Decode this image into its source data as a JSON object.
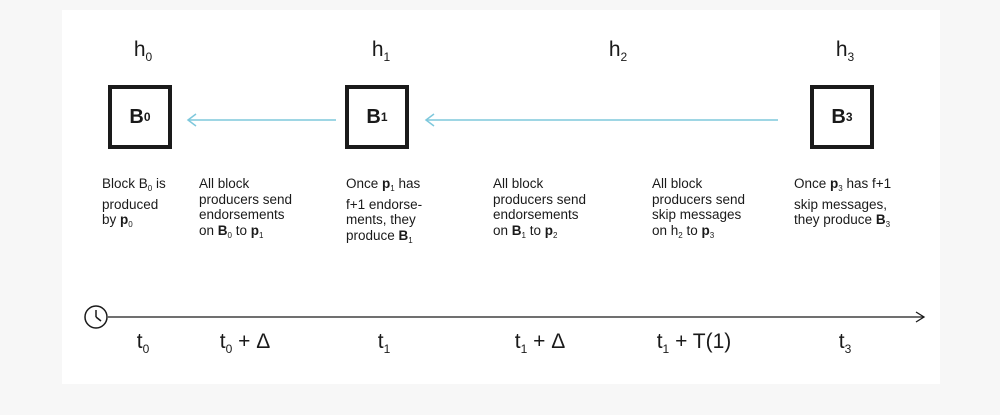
{
  "heights": [
    {
      "base": "h",
      "sub": "0"
    },
    {
      "base": "h",
      "sub": "1"
    },
    {
      "base": "h",
      "sub": "2"
    },
    {
      "base": "h",
      "sub": "3"
    }
  ],
  "blocks": [
    {
      "base": "B",
      "sub": "0"
    },
    {
      "base": "B",
      "sub": "1"
    },
    {
      "base": "B",
      "sub": "3"
    }
  ],
  "descriptions": [
    [
      [
        {
          "t": "Block B"
        },
        {
          "sub": "0"
        },
        {
          "t": " is"
        }
      ],
      [
        {
          "t": "produced"
        }
      ],
      [
        {
          "t": "by "
        },
        {
          "b": "p"
        },
        {
          "sub": "0"
        }
      ]
    ],
    [
      [
        {
          "t": "All block"
        }
      ],
      [
        {
          "t": "producers send"
        }
      ],
      [
        {
          "t": "endorsements"
        }
      ],
      [
        {
          "t": "on "
        },
        {
          "b": "B"
        },
        {
          "sub": "0"
        },
        {
          "t": " to "
        },
        {
          "b": "p"
        },
        {
          "sub": "1"
        }
      ]
    ],
    [
      [
        {
          "t": "Once "
        },
        {
          "b": "p"
        },
        {
          "sub": "1"
        },
        {
          "t": " has"
        }
      ],
      [
        {
          "t": "f+1 endorse-"
        }
      ],
      [
        {
          "t": "ments, they"
        }
      ],
      [
        {
          "t": "produce "
        },
        {
          "b": "B"
        },
        {
          "sub": "1"
        }
      ]
    ],
    [
      [
        {
          "t": "All block"
        }
      ],
      [
        {
          "t": "producers send"
        }
      ],
      [
        {
          "t": "endorsements"
        }
      ],
      [
        {
          "t": "on "
        },
        {
          "b": "B"
        },
        {
          "sub": "1"
        },
        {
          "t": " to "
        },
        {
          "b": "p"
        },
        {
          "sub": "2"
        }
      ]
    ],
    [
      [
        {
          "t": "All block"
        }
      ],
      [
        {
          "t": "producers send"
        }
      ],
      [
        {
          "t": "skip messages"
        }
      ],
      [
        {
          "t": "on h"
        },
        {
          "sub": "2"
        },
        {
          "t": " to "
        },
        {
          "b": "p"
        },
        {
          "sub": "3"
        }
      ]
    ],
    [
      [
        {
          "t": "Once "
        },
        {
          "b": "p"
        },
        {
          "sub": "3"
        },
        {
          "t": " has f+1"
        }
      ],
      [
        {
          "t": "skip messages,"
        }
      ],
      [
        {
          "t": "they produce "
        },
        {
          "b": "B"
        },
        {
          "sub": "3"
        }
      ]
    ]
  ],
  "timeline": [
    {
      "base": "t",
      "sub": "0",
      "suffix": ""
    },
    {
      "base": "t",
      "sub": "0",
      "suffix": " + Δ"
    },
    {
      "base": "t",
      "sub": "1",
      "suffix": ""
    },
    {
      "base": "t",
      "sub": "1",
      "suffix": " + Δ"
    },
    {
      "base": "t",
      "sub": "1",
      "suffix": " + T(1)"
    },
    {
      "base": "t",
      "sub": "3",
      "suffix": ""
    }
  ],
  "icons": {
    "clock": "clock-icon"
  },
  "colors": {
    "arrow": "#7ec8dc",
    "ink": "#1a1a1a",
    "background": "#f7f7f7"
  }
}
